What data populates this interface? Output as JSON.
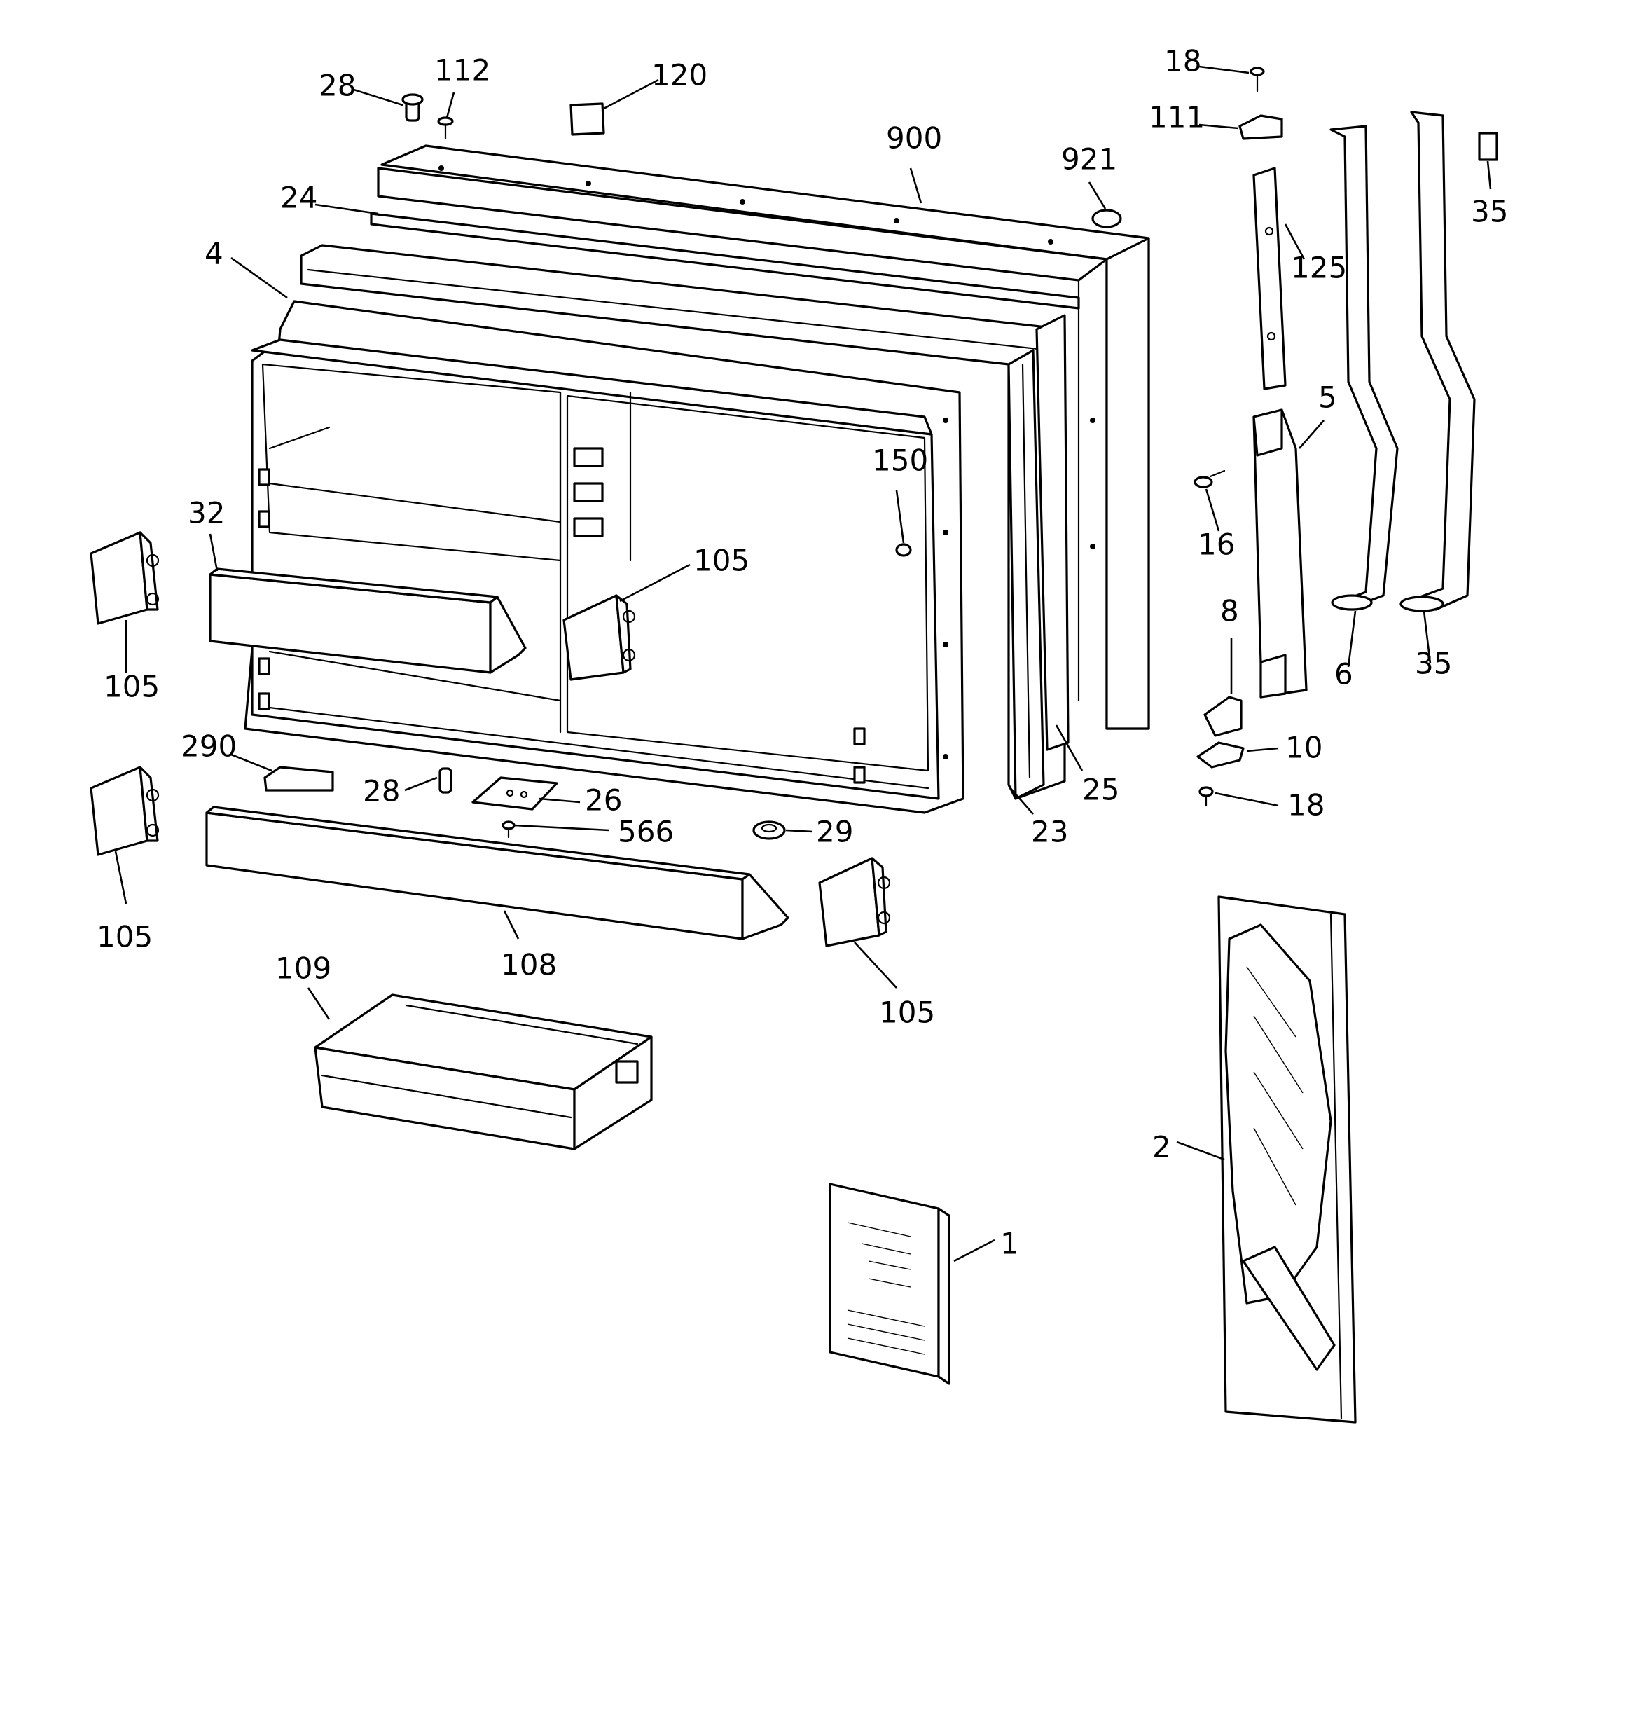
{
  "diagram": {
    "labels": {
      "p28_top": "28",
      "p112": "112",
      "p120": "120",
      "p900": "900",
      "p921": "921",
      "p18_top": "18",
      "p111": "111",
      "p35_top": "35",
      "p125": "125",
      "p24": "24",
      "p4": "4",
      "p5": "5",
      "p150": "150",
      "p16": "16",
      "p32": "32",
      "p105_mid": "105",
      "p105_left_top": "105",
      "p8": "8",
      "p6": "6",
      "p35_bottom": "35",
      "p10": "10",
      "p18_bottom": "18",
      "p290": "290",
      "p28_mid": "28",
      "p26": "26",
      "p566": "566",
      "p29": "29",
      "p23": "23",
      "p25": "25",
      "p105_left_bottom": "105",
      "p108": "108",
      "p105_bottom_right": "105",
      "p109": "109",
      "p2": "2",
      "p1": "1"
    }
  }
}
